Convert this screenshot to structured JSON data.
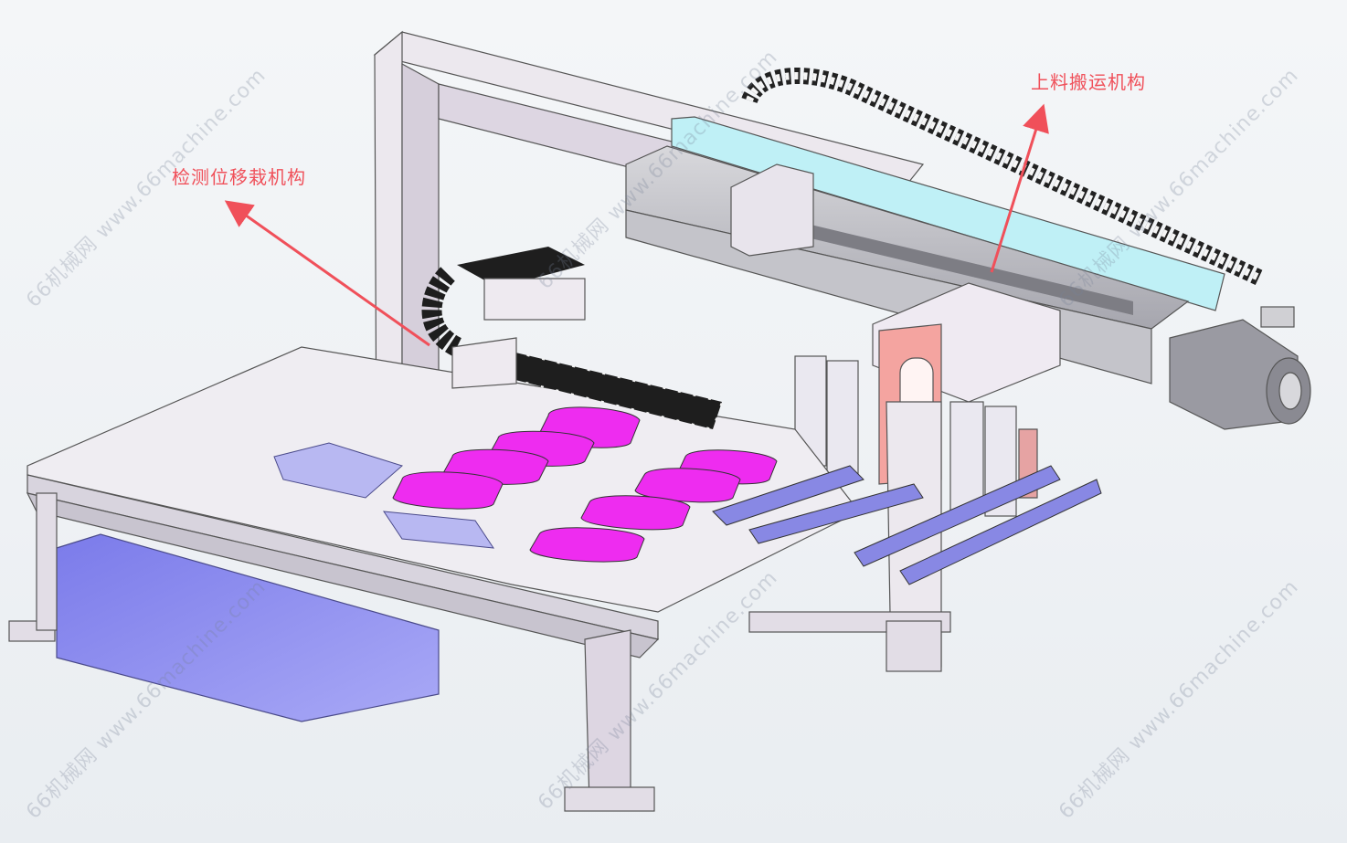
{
  "callouts": {
    "transfer_mechanism": "检测位移栽机构",
    "loading_mechanism": "上料搬运机构"
  },
  "watermark": "66机械网 www.66machine.com",
  "colors": {
    "callout": "#f0505a",
    "part_magenta": "#ee2cf0",
    "tank_blue": "#8c8cf0",
    "bracket_pink": "#f4a4a0",
    "rail_cyan": "#bff0f6",
    "frame_grey": "#e4e2ea",
    "chain_black": "#1e1e1e"
  }
}
